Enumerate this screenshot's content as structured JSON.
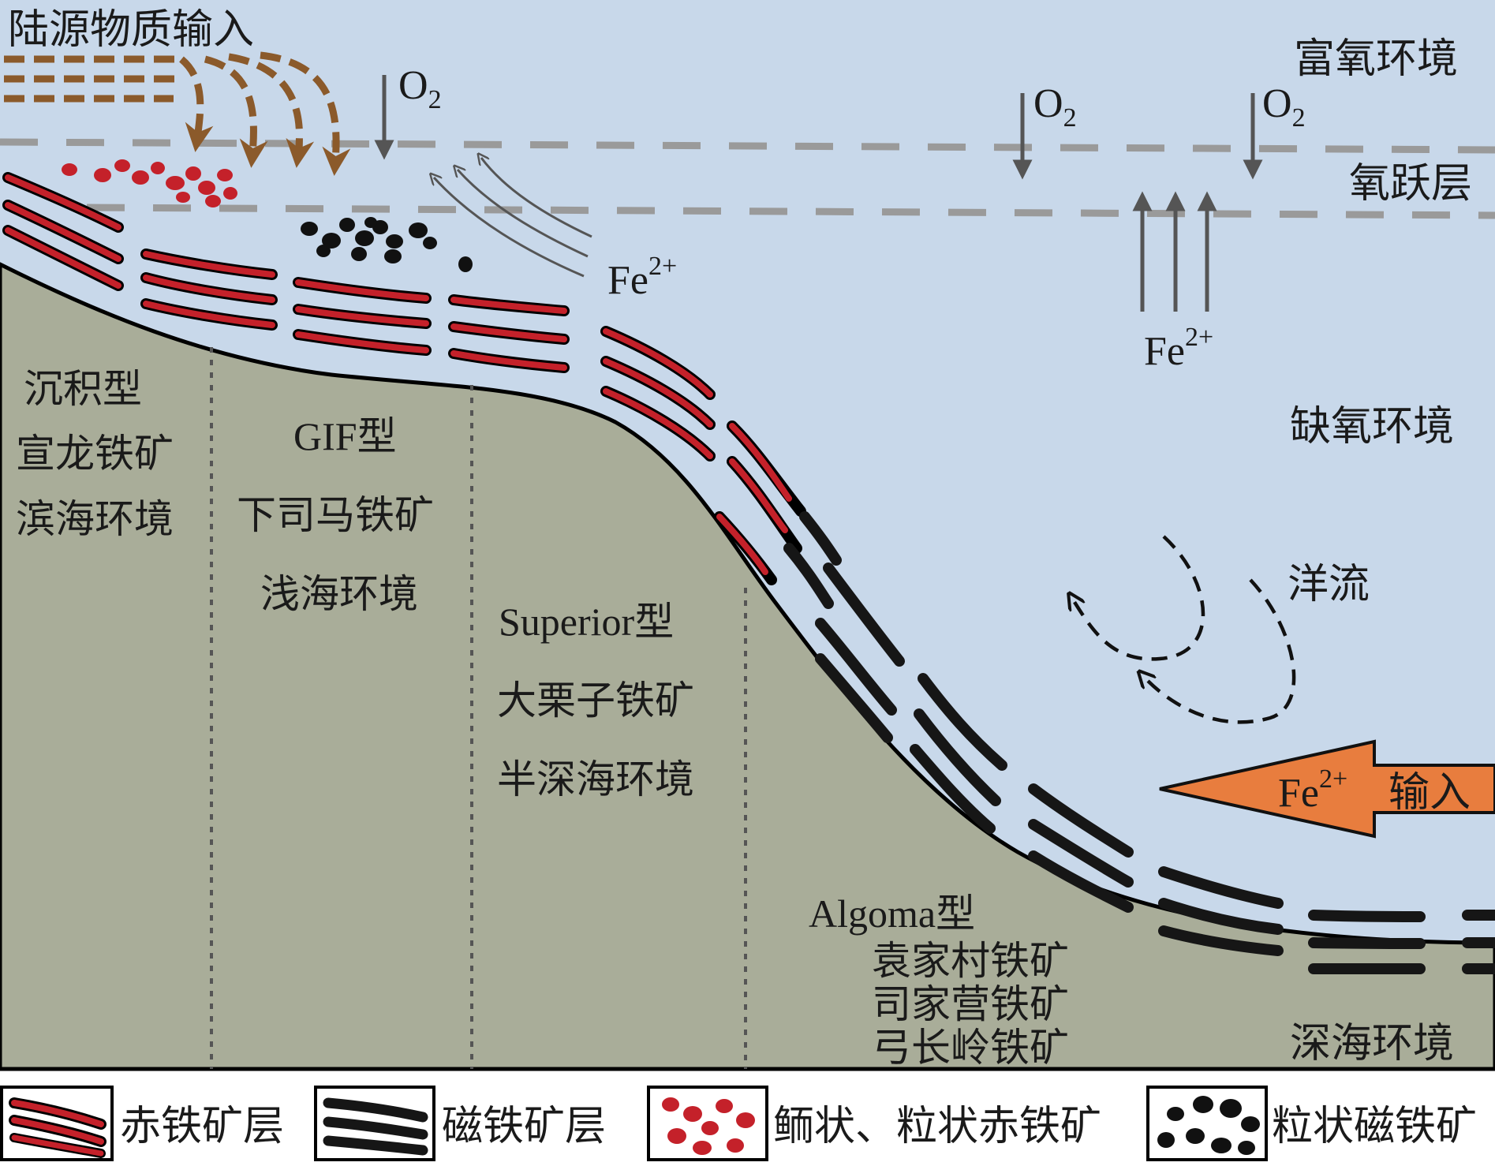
{
  "labels": {
    "terrestrial_input": "陆源物质输入",
    "oxic_environment": "富氧环境",
    "oxycline": "氧跃层",
    "anoxic_environment": "缺氧环境",
    "ocean_current": "洋流",
    "o2_main": "O",
    "o2_sub": "2",
    "fe_main": "Fe",
    "fe_sup": "2+",
    "input_label": "输入",
    "deep_sea": "深海环境"
  },
  "zones": [
    {
      "type": "沉积型",
      "deposit": "宣龙铁矿",
      "env": "滨海环境"
    },
    {
      "type": "GIF型",
      "deposit": "下司马铁矿",
      "env": "浅海环境"
    },
    {
      "type": "Superior型",
      "deposit": "大栗子铁矿",
      "env": "半深海环境"
    },
    {
      "type": "Algoma型",
      "deposits": [
        "袁家村铁矿",
        "司家营铁矿",
        "弓长岭铁矿"
      ]
    }
  ],
  "legend": [
    {
      "label": "赤铁矿层",
      "icon": "hematite-layer-swatch"
    },
    {
      "label": "磁铁矿层",
      "icon": "magnetite-layer-swatch"
    },
    {
      "label": "鲕状、粒状赤铁矿",
      "icon": "oolitic-hematite-swatch"
    },
    {
      "label": "粒状磁铁矿",
      "icon": "granular-magnetite-swatch"
    }
  ],
  "colors": {
    "sea": "#c8d8ea",
    "seafloor": "#a9ad99",
    "hematite": "#c4212a",
    "magnetite": "#161616",
    "terrestrial": "#8b5a2b",
    "arrow_gray": "#555555",
    "oxycline_dash": "#9a9a9a",
    "fe_input": "#e87d3e"
  }
}
